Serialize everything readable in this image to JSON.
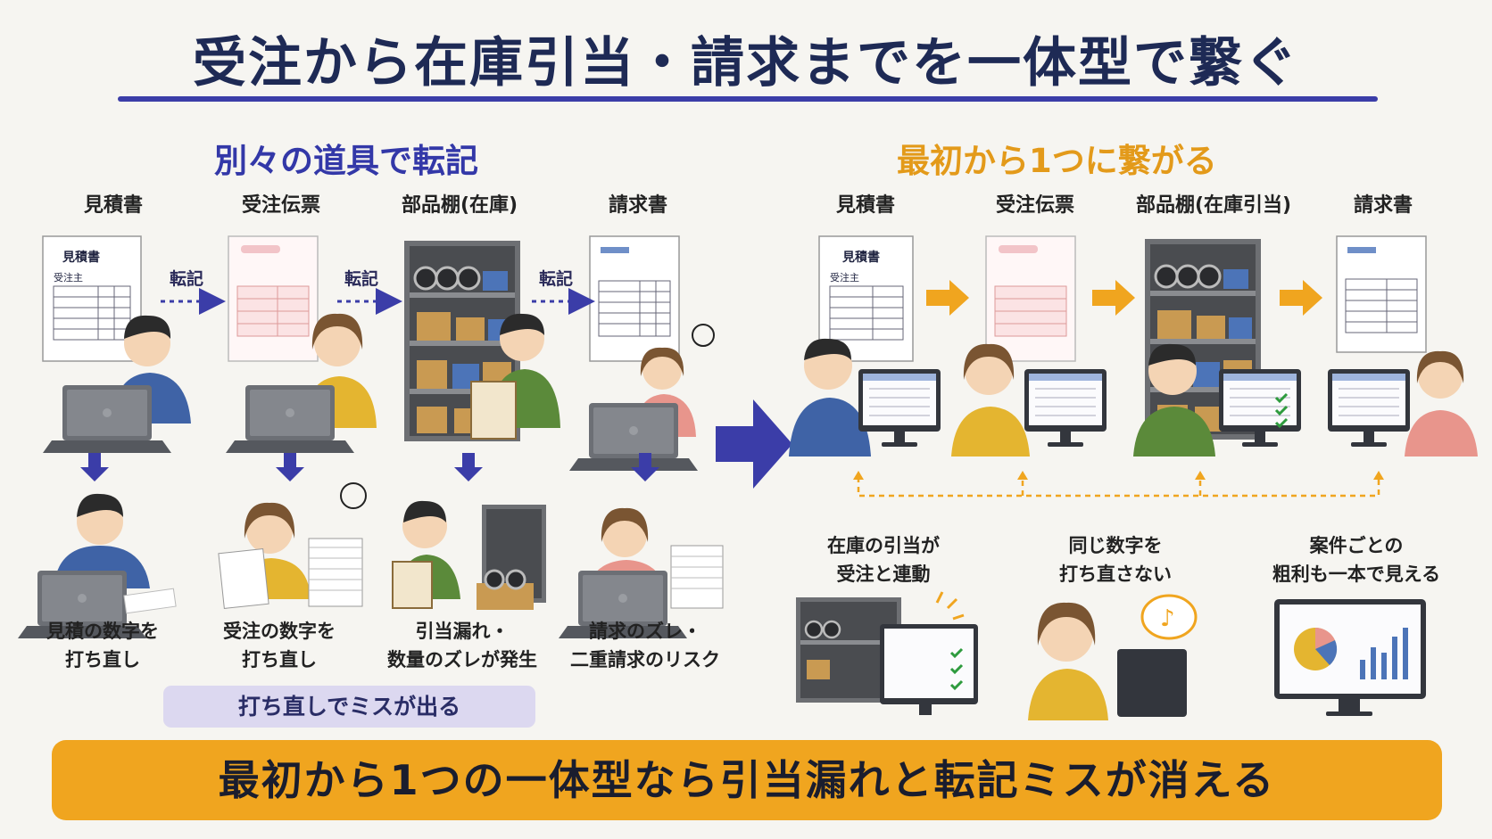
{
  "title": "受注から在庫引当・請求までを一体型で繋ぐ",
  "left": {
    "heading": "別々の道具で転記",
    "steps": [
      "見積書",
      "受注伝票",
      "部品棚(在庫)",
      "請求書"
    ],
    "arrow_label": "転記",
    "doc_title": "見積書",
    "doc_subtitle": "受注主",
    "captions": [
      [
        "見積の数字を",
        "打ち直し"
      ],
      [
        "受注の数字を",
        "打ち直し"
      ],
      [
        "引当漏れ・",
        "数量のズレが発生"
      ],
      [
        "請求のズレ・",
        "二重請求のリスク"
      ]
    ],
    "pill": "打ち直しでミスが出る"
  },
  "right": {
    "heading": "最初から1つに繋がる",
    "steps": [
      "見積書",
      "受注伝票",
      "部品棚(在庫引当)",
      "請求書"
    ],
    "doc_title": "見積書",
    "doc_subtitle": "受注主",
    "benefits": [
      [
        "在庫の引当が",
        "受注と連動"
      ],
      [
        "同じ数字を",
        "打ち直さない"
      ],
      [
        "案件ごとの",
        "粗利も一本で見える"
      ]
    ]
  },
  "banner": "最初から1つの一体型なら引当漏れと転記ミスが消える",
  "colors": {
    "navy": "#1e2a55",
    "purple": "#3b3da8",
    "orange": "#f0a51f",
    "pill": "#dcd8f0",
    "shelf": "#6d6f73"
  }
}
